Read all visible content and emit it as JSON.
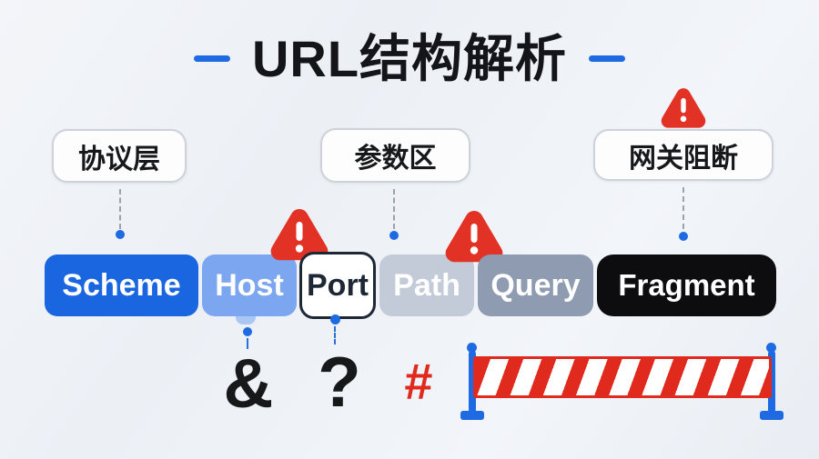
{
  "title": "URL结构解析",
  "callouts": [
    {
      "id": "protocol",
      "text": "协议层",
      "warning": false
    },
    {
      "id": "params",
      "text": "参数区",
      "warning": false
    },
    {
      "id": "gateway",
      "text": "网关阻断",
      "warning": true
    }
  ],
  "segments": [
    {
      "label": "Scheme",
      "bg": "#1966e0",
      "fg": "#ffffff"
    },
    {
      "label": "Host",
      "bg": "#7ca6ef",
      "fg": "#ffffff"
    },
    {
      "label": "Port",
      "bg": "#ffffff",
      "fg": "#1d2736",
      "border": "#1d2736",
      "warning": true
    },
    {
      "label": "Path",
      "bg": "#c3cbd9",
      "fg": "#ffffff"
    },
    {
      "label": "Query",
      "bg": "#8e9bb1",
      "fg": "#ffffff",
      "warning": true
    },
    {
      "label": "Fragment",
      "bg": "#0d0d0f",
      "fg": "#ffffff"
    }
  ],
  "symbols": [
    {
      "char": "&",
      "color": "#17181a"
    },
    {
      "char": "?",
      "color": "#17181a"
    },
    {
      "char": "#",
      "color": "#e02a1e"
    }
  ],
  "colors": {
    "accent_blue": "#1e6ae3",
    "warning_red": "#e23125",
    "barrier_red": "#e02a1e",
    "connector_gray": "#9aa2ae",
    "title_text": "#141518",
    "pill_border": "#cdd2da",
    "background": "#eef1f6"
  }
}
